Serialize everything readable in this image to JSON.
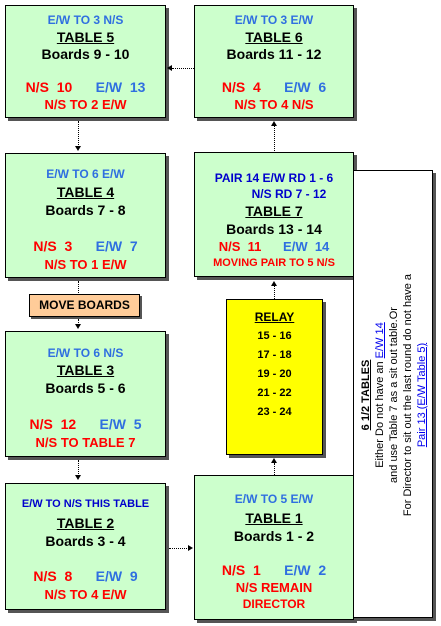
{
  "tables": {
    "t5": {
      "move_ew": "E/W TO 3 N/S",
      "name": "TABLE 5",
      "boards": "Boards 9 - 10",
      "ns_label": "N/S",
      "ns_num": "10",
      "ew_label": "E/W",
      "ew_num": "13",
      "move_ns": "N/S TO 2 E/W"
    },
    "t6": {
      "move_ew": "E/W TO 3 E/W",
      "name": "TABLE 6",
      "boards": "Boards 11 - 12",
      "ns_label": "N/S",
      "ns_num": "4",
      "ew_label": "E/W",
      "ew_num": "6",
      "move_ns": "N/S TO 4 N/S"
    },
    "t4": {
      "move_ew": "E/W TO 6 E/W",
      "name": "TABLE 4",
      "boards": "Boards 7 - 8",
      "ns_label": "N/S",
      "ns_num": "3",
      "ew_label": "E/W",
      "ew_num": "7",
      "move_ns": "N/S TO 1 E/W"
    },
    "t7": {
      "pair_line1": "PAIR 14 E/W RD 1 - 6",
      "pair_line2": "N/S RD 7 - 12",
      "name": "TABLE 7",
      "boards": "Boards 13 - 14",
      "ns_label": "N/S",
      "ns_num": "11",
      "ew_label": "E/W",
      "ew_num": "14",
      "move_ns": "MOVING PAIR TO 5 N/S"
    },
    "t3": {
      "move_ew": "E/W TO 6 N/S",
      "name": "TABLE 3",
      "boards": "Boards 5 - 6",
      "ns_label": "N/S",
      "ns_num": "12",
      "ew_label": "E/W",
      "ew_num": "5",
      "move_ns": "N/S TO TABLE 7"
    },
    "t2": {
      "move_ew": "E/W TO N/S THIS TABLE",
      "name": "TABLE 2",
      "boards": "Boards 3 - 4",
      "ns_label": "N/S",
      "ns_num": "8",
      "ew_label": "E/W",
      "ew_num": "9",
      "move_ns": "N/S TO 4 E/W"
    },
    "t1": {
      "move_ew": "E/W TO 5 E/W",
      "name": "TABLE 1",
      "boards": "Boards 1 - 2",
      "ns_label": "N/S",
      "ns_num": "1",
      "ew_label": "E/W",
      "ew_num": "2",
      "move_ns": "N/S REMAIN",
      "director": "DIRECTOR"
    }
  },
  "move_boards": "MOVE BOARDS",
  "relay": {
    "title": "RELAY",
    "items": [
      "15 - 16",
      "17 - 18",
      "19 - 20",
      "21 - 22",
      "23 - 24"
    ]
  },
  "note": {
    "title": "6 1/2 TABLES",
    "line1_a": "Either Do not have an ",
    "line1_link": "E/W 14",
    "line2": "and use Table 7 as a sit out table.Or",
    "line3": "For Director to sit out the last round do not have a",
    "line4_link": "Pair 13 (E/W Table 5)"
  },
  "colors": {
    "box_fill": "#ccffcc",
    "relay_fill": "#ffff00",
    "move_fill": "#ffcc99",
    "ns_red": "#ff0000",
    "ew_blue": "#2f6fe0",
    "link_blue": "#0000ee"
  }
}
